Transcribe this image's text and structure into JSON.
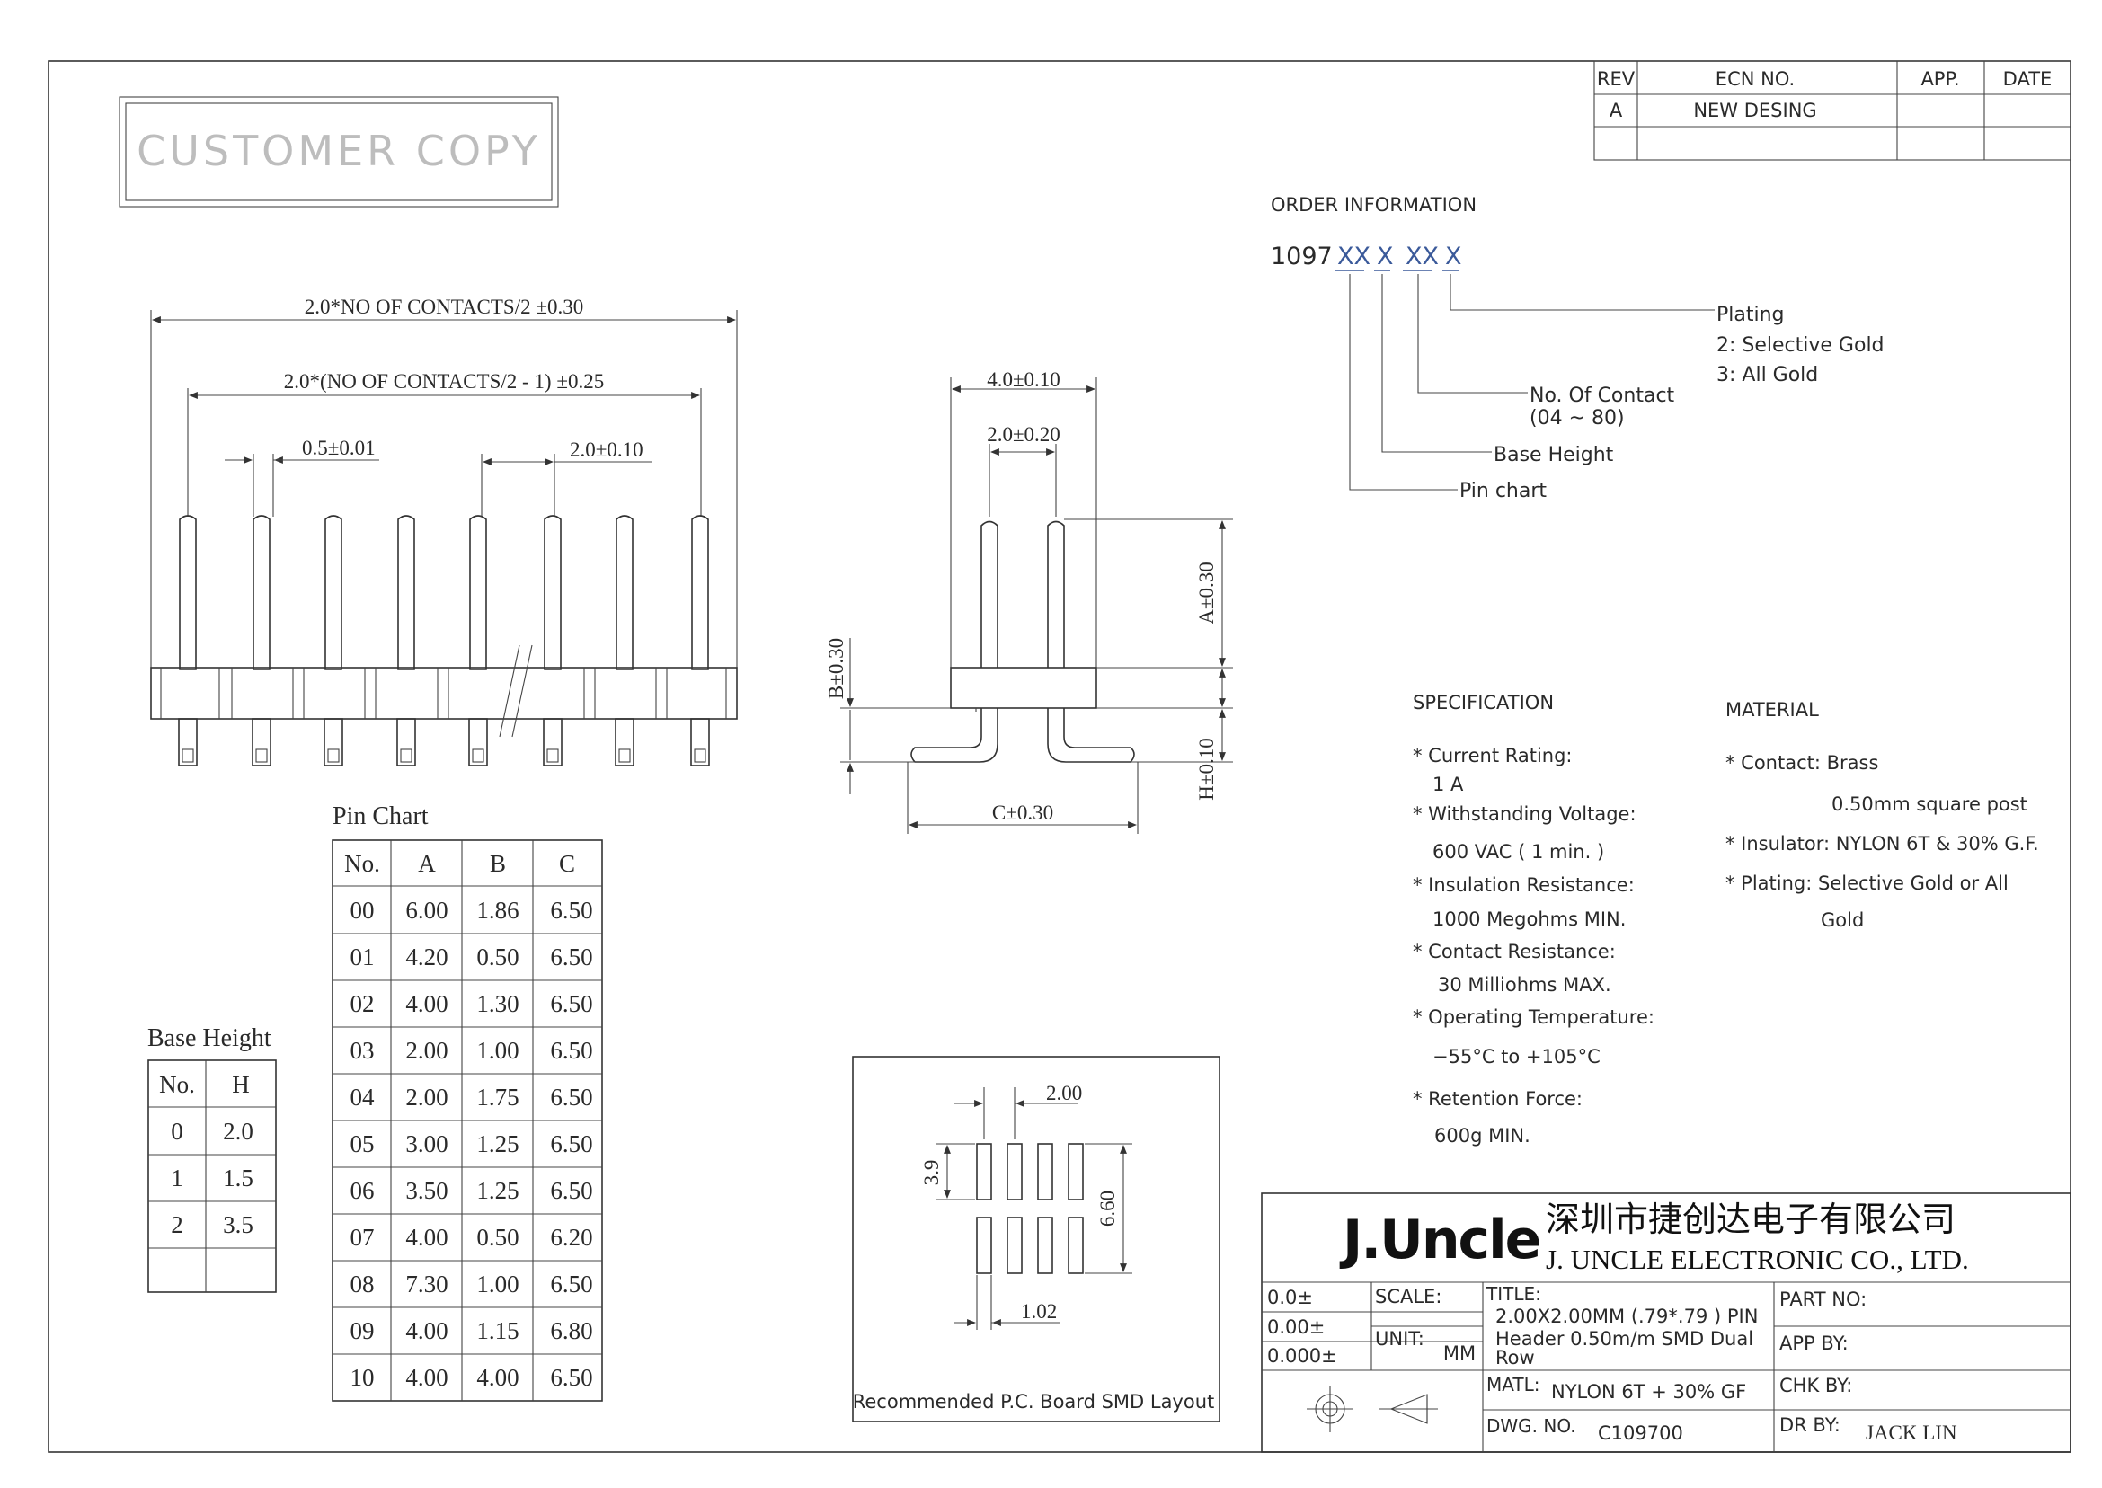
{
  "stamp": "CUSTOMER COPY",
  "revision_table": {
    "headers": [
      "REV",
      "ECN NO.",
      "APP.",
      "DATE"
    ],
    "rows": [
      [
        "A",
        "NEW DESING",
        "",
        ""
      ],
      [
        "",
        "",
        "",
        ""
      ]
    ]
  },
  "order_info": {
    "title": "ORDER INFORMATION",
    "code_prefix": "1097",
    "code_fields": [
      "XX",
      "X",
      "XX",
      "X"
    ],
    "plating_title": "Plating",
    "plating_options": [
      "2: Selective Gold",
      "3: All Gold"
    ],
    "contact_label": "No. Of Contact",
    "contact_range": "(04 ~ 80)",
    "base_height_label": "Base Height",
    "pin_chart_label": "Pin chart"
  },
  "front_view": {
    "dim_overall": "2.0*NO OF CONTACTS/2 ±0.30",
    "dim_inner": "2.0*(NO OF CONTACTS/2 - 1) ±0.25",
    "dim_pin": "0.5±0.01",
    "dim_pitch": "2.0±0.10"
  },
  "side_view": {
    "dim_width": "4.0±0.10",
    "dim_pitch": "2.0±0.20",
    "dim_a": "A±0.30",
    "dim_b": "B±0.30",
    "dim_h": "H±0.10",
    "dim_c": "C±0.30"
  },
  "pin_chart": {
    "title": "Pin Chart",
    "headers": [
      "No.",
      "A",
      "B",
      "C"
    ],
    "rows": [
      [
        "00",
        "6.00",
        "1.86",
        "6.50"
      ],
      [
        "01",
        "4.20",
        "0.50",
        "6.50"
      ],
      [
        "02",
        "4.00",
        "1.30",
        "6.50"
      ],
      [
        "03",
        "2.00",
        "1.00",
        "6.50"
      ],
      [
        "04",
        "2.00",
        "1.75",
        "6.50"
      ],
      [
        "05",
        "3.00",
        "1.25",
        "6.50"
      ],
      [
        "06",
        "3.50",
        "1.25",
        "6.50"
      ],
      [
        "07",
        "4.00",
        "0.50",
        "6.20"
      ],
      [
        "08",
        "7.30",
        "1.00",
        "6.50"
      ],
      [
        "09",
        "4.00",
        "1.15",
        "6.80"
      ],
      [
        "10",
        "4.00",
        "4.00",
        "6.50"
      ]
    ]
  },
  "base_height": {
    "title": "Base Height",
    "headers": [
      "No.",
      "H"
    ],
    "rows": [
      [
        "0",
        "2.0"
      ],
      [
        "1",
        "1.5"
      ],
      [
        "2",
        "3.5"
      ],
      [
        "",
        ""
      ]
    ]
  },
  "pcb_layout": {
    "caption": "Recommended P.C. Board SMD Layout",
    "dim_pitch": "2.00",
    "dim_pad_height": "3.9",
    "dim_span": "6.60",
    "dim_pad_width": "1.02"
  },
  "specification": {
    "title": "SPECIFICATION",
    "lines": [
      "* Current Rating:",
      "1 A",
      "* Withstanding Voltage:",
      "600 VAC ( 1 min. )",
      "* Insulation Resistance:",
      "1000 Megohms MIN.",
      "* Contact Resistance:",
      "30 Milliohms MAX.",
      "* Operating Temperature:",
      "−55°C to +105°C",
      "* Retention Force:",
      "600g MIN."
    ]
  },
  "material": {
    "title": "MATERIAL",
    "lines": [
      "* Contact: Brass",
      "0.50mm square post",
      "* Insulator: NYLON 6T & 30% G.F.",
      "* Plating: Selective Gold or All",
      "Gold"
    ]
  },
  "title_block": {
    "logo": "J.Uncle",
    "company_cn": "深圳市捷创达电子有限公司",
    "company_en": "J. UNCLE ELECTRONIC CO., LTD.",
    "tolerances": [
      "0.0±",
      "0.00±",
      "0.000±"
    ],
    "scale_label": "SCALE:",
    "unit_label": "UNIT:",
    "unit_value": "MM",
    "title_label": "TITLE:",
    "title_lines": [
      "2.00X2.00MM (.79*.79 ) PIN",
      "Header 0.50m/m SMD Dual",
      "Row"
    ],
    "matl_label": "MATL:",
    "matl_value": "NYLON 6T + 30% GF",
    "dwg_label": "DWG. NO.",
    "dwg_value": "C109700",
    "part_no_label": "PART NO:",
    "app_by_label": "APP BY:",
    "chk_by_label": "CHK BY:",
    "dr_by_label": "DR BY:",
    "dr_by_value": "JACK LIN"
  }
}
